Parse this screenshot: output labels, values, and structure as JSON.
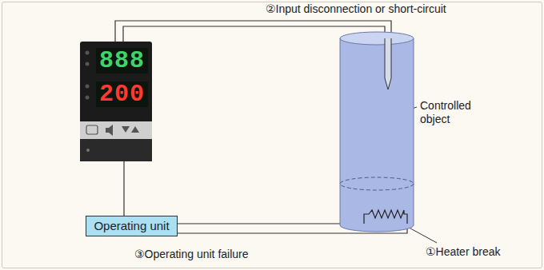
{
  "diagram": {
    "nodes": [
      {
        "text": [
          "888",
          "200"
        ]
      },
      {
        "text": [
          "Controlled object"
        ]
      },
      {
        "text": [
          "Operating unit"
        ]
      }
    ],
    "edges": [
      {
        "from": 0,
        "to": 1,
        "arrow": "none"
      },
      {
        "from": 0,
        "to": 2,
        "arrow": "none"
      },
      {
        "from": 2,
        "to": 1,
        "arrow": "none"
      }
    ],
    "labels": [
      "②Input disconnection or short-circuit",
      "③Operating unit failure",
      "①Heater break"
    ]
  }
}
